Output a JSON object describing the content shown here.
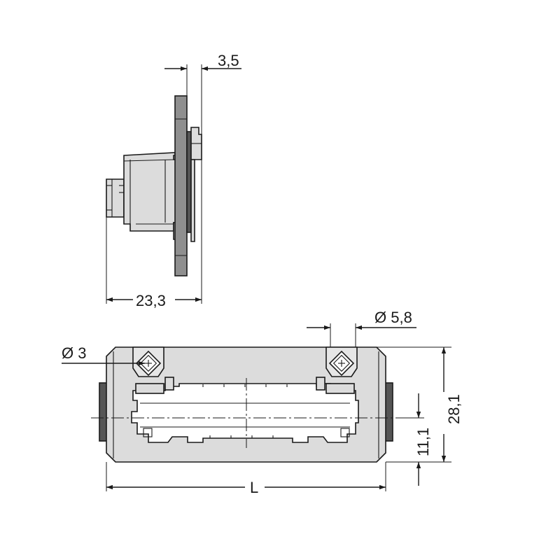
{
  "dimensions": {
    "flange_thickness": "3,5",
    "depth": "23,3",
    "hole_diameter_large": "Ø 5,8",
    "hole_diameter_small": "Ø 3",
    "length": "L",
    "height_total": "28,1",
    "height_half": "11,1"
  },
  "colors": {
    "line": "#1a1a1a",
    "body_fill": "#dcdcdc",
    "flange_fill": "#8f8f8f",
    "dark_fill": "#555555",
    "light_fill": "#eeeeee"
  }
}
